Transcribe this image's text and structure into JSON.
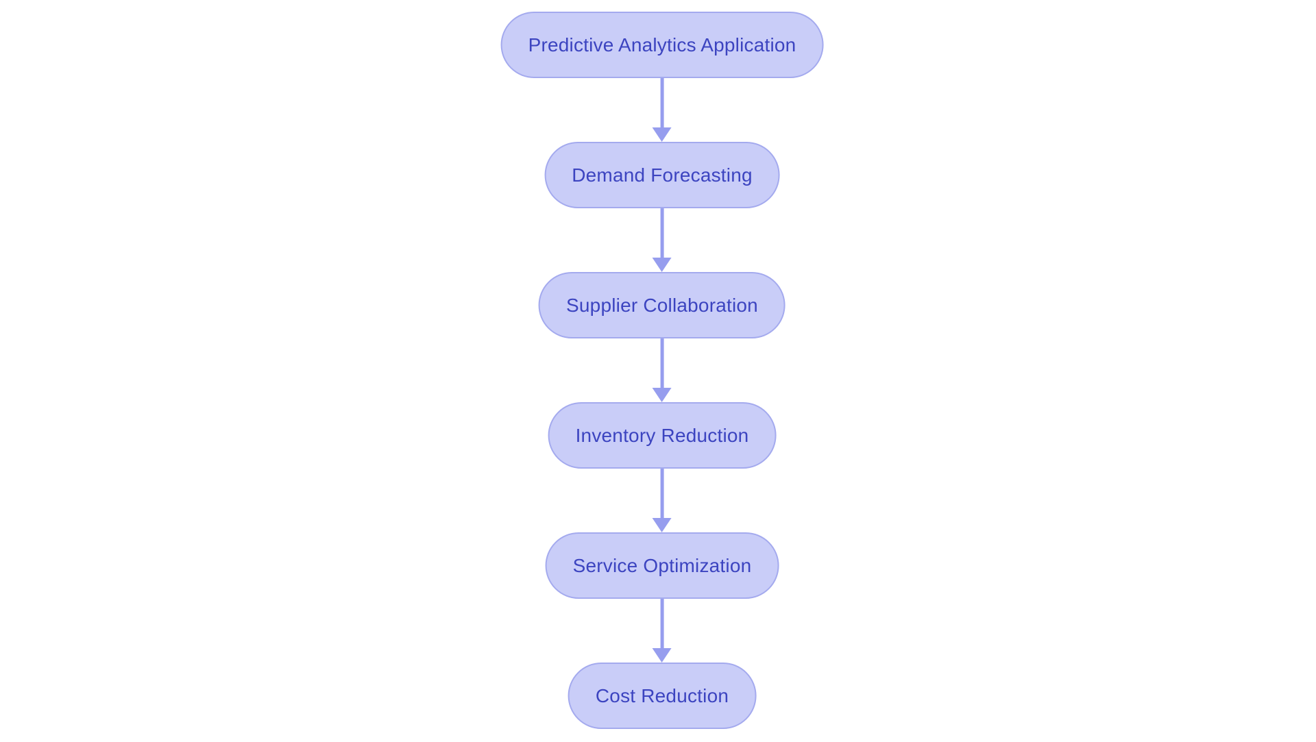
{
  "diagram": {
    "type": "vertical-flowchart",
    "colors": {
      "page_bg": "#ffffff",
      "node_fill": "#c9cdf8",
      "node_border": "#a4aaee",
      "node_text": "#3c44c0",
      "arrow": "#969dee"
    },
    "nodes": [
      {
        "label": "Predictive Analytics Application"
      },
      {
        "label": "Demand Forecasting"
      },
      {
        "label": "Supplier Collaboration"
      },
      {
        "label": "Inventory Reduction"
      },
      {
        "label": "Service Optimization"
      },
      {
        "label": "Cost Reduction"
      }
    ]
  }
}
